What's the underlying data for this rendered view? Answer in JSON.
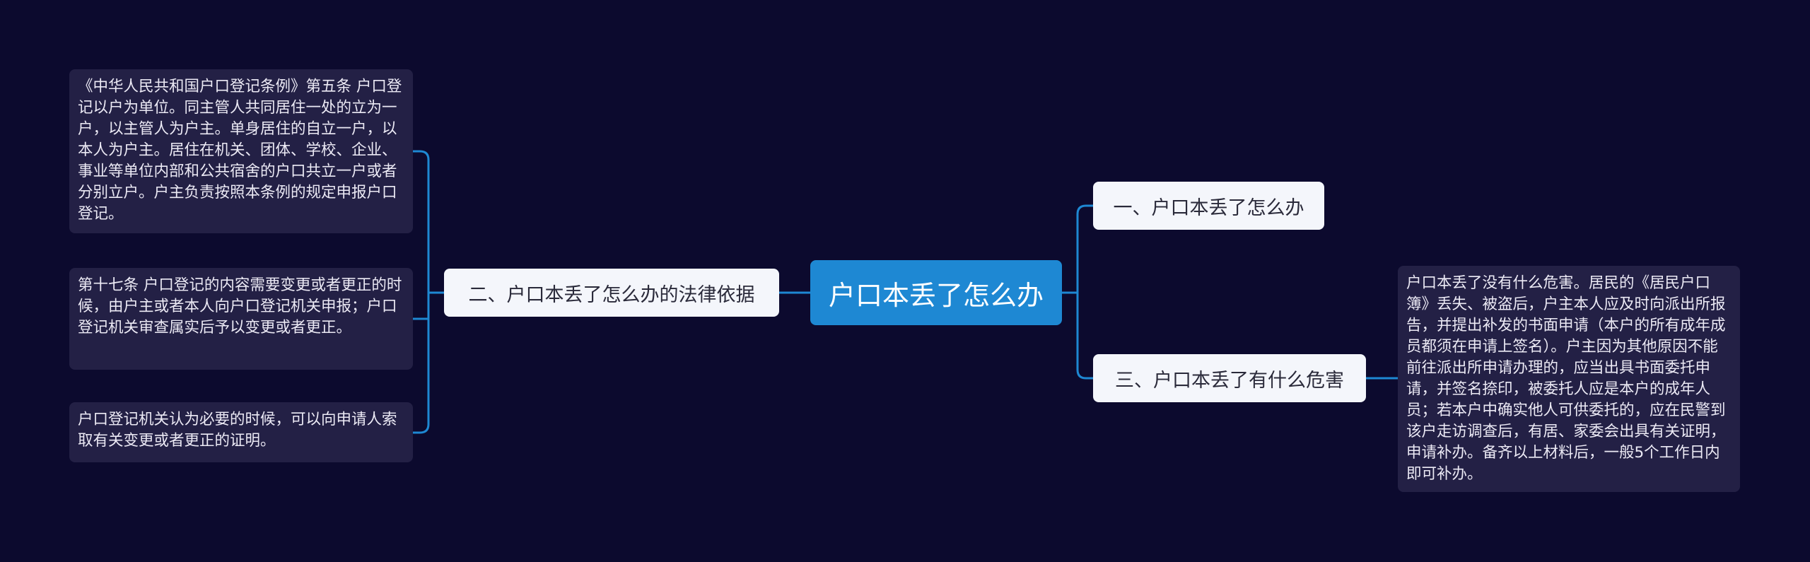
{
  "root": {
    "label": "户口本丢了怎么办"
  },
  "branches": [
    {
      "label": "二、户口本丢了怎么办的法律依据"
    },
    {
      "label": "一、户口本丢了怎么办"
    },
    {
      "label": "三、户口本丢了有什么危害"
    }
  ],
  "leaves": [
    {
      "text": "《中华人民共和国户口登记条例》第五条 户口登记以户为单位。同主管人共同居住一处的立为一户，以主管人为户主。单身居住的自立一户，以本人为户主。居住在机关、团体、学校、企业、事业等单位内部和公共宿舍的户口共立一户或者分别立户。户主负责按照本条例的规定申报户口登记。"
    },
    {
      "text": "第十七条 户口登记的内容需要变更或者更正的时候，由户主或者本人向户口登记机关申报；户口登记机关审查属实后予以变更或者更正。"
    },
    {
      "text": "户口登记机关认为必要的时候，可以向申请人索取有关变更或者更正的证明。"
    },
    {
      "text": "户口本丢了没有什么危害。居民的《居民户口簿》丢失、被盗后，户主本人应及时向派出所报告，并提出补发的书面申请（本户的所有成年成员都须在申请上签名）。户主因为其他原因不能前往派出所申请办理的，应当出具书面委托申请，并签名捺印，被委托人应是本户的成年人员；若本户中确实他人可供委托的，应在民警到该户走访调查后，有居、家委会出具有关证明，申请补办。备齐以上材料后，一般5个工作日内即可补办。"
    }
  ],
  "colors": {
    "background": "#0c0a2e",
    "root": "#1e88d3",
    "branch": "#f4f6fb",
    "leaf": "#232045",
    "connector": "#1e88d3"
  }
}
